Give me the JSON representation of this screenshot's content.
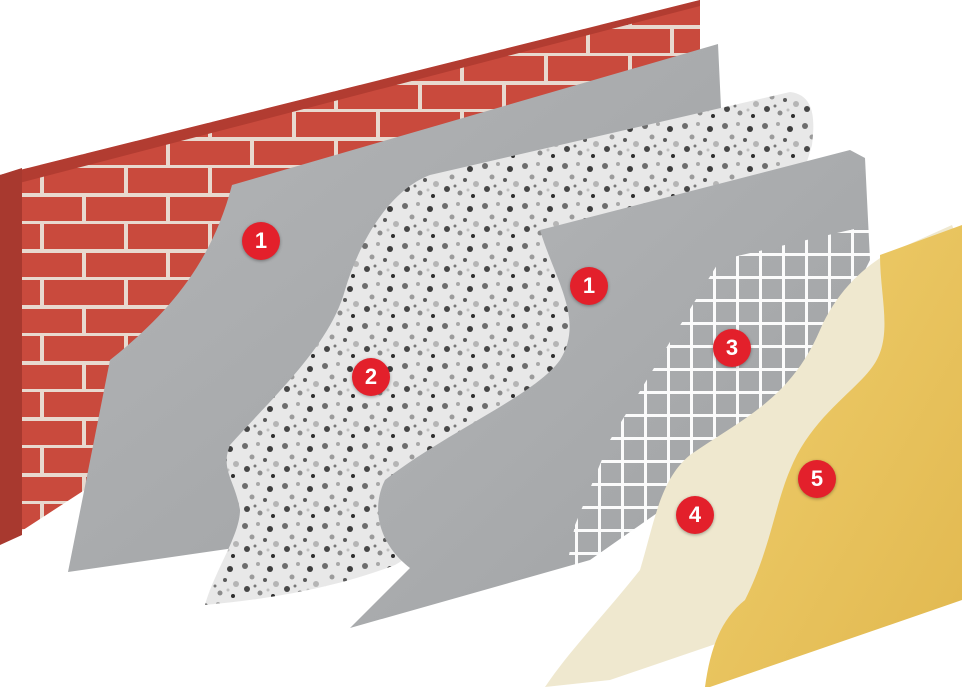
{
  "diagram": {
    "layers": [
      {
        "id": "brick-wall",
        "color": "#c94a3d"
      },
      {
        "id": "adhesive-mortar",
        "color": "#a9abad"
      },
      {
        "id": "insulation-board",
        "color": "#e6e6e6"
      },
      {
        "id": "base-coat",
        "color": "#a9abad"
      },
      {
        "id": "reinforcing-mesh",
        "color": "#ffffff"
      },
      {
        "id": "primer",
        "color": "#efe8cf"
      },
      {
        "id": "finish-render",
        "color": "#e9c45f"
      }
    ],
    "markers": [
      {
        "label": "1",
        "color": "#e3202b"
      },
      {
        "label": "2",
        "color": "#e3202b"
      },
      {
        "label": "1",
        "color": "#e3202b"
      },
      {
        "label": "3",
        "color": "#e3202b"
      },
      {
        "label": "4",
        "color": "#e3202b"
      },
      {
        "label": "5",
        "color": "#e3202b"
      }
    ]
  }
}
